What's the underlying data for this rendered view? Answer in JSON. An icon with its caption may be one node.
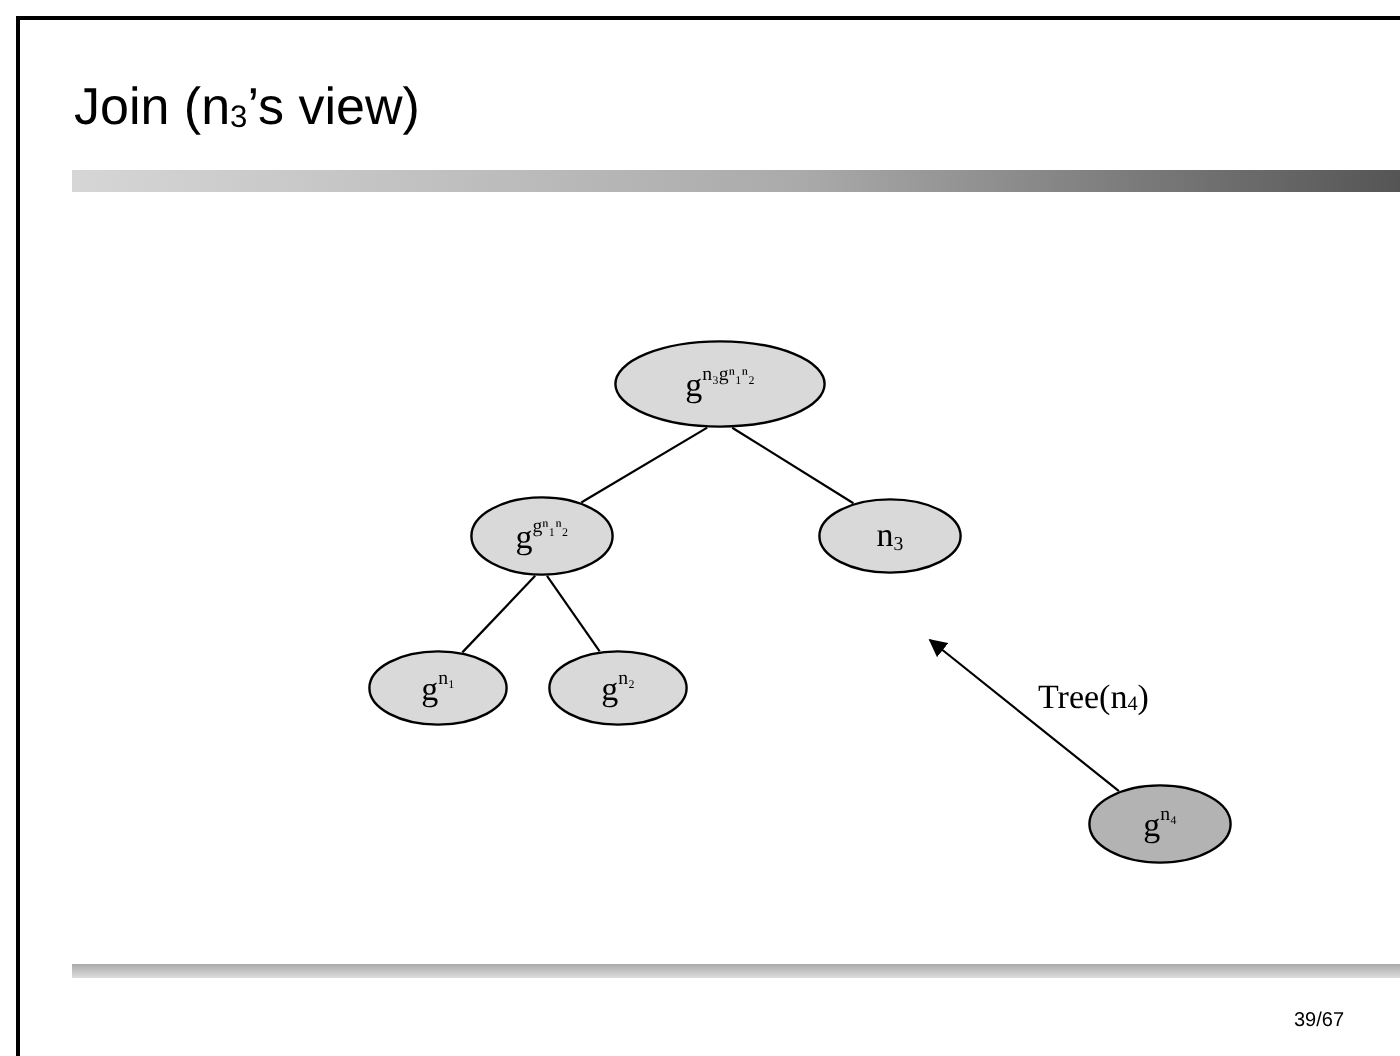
{
  "diagram": {
    "title": "Join (n$_{3}$’s view)",
    "nodes": [
      {
        "text": [
          "g$^{n₃gⁿ₁ⁿ₂}$"
        ]
      },
      {
        "text": [
          "g$^{gⁿ₁ⁿ₂}$"
        ]
      },
      {
        "text": [
          "n$_{3}$"
        ]
      },
      {
        "text": [
          "g$^{n₁}$"
        ]
      },
      {
        "text": [
          "g$^{n₂}$"
        ]
      },
      {
        "text": [
          "g$^{n₄}$"
        ]
      }
    ],
    "edges": [
      {
        "from": 0,
        "to": 1,
        "arrow": "none"
      },
      {
        "from": 0,
        "to": 2,
        "arrow": "none"
      },
      {
        "from": 1,
        "to": 3,
        "arrow": "none"
      },
      {
        "from": 1,
        "to": 4,
        "arrow": "none"
      },
      {
        "from": 5,
        "to": null,
        "arrow": "to",
        "label": "Tree(n$_{4}$)"
      }
    ],
    "labels": [
      "39/67"
    ]
  }
}
